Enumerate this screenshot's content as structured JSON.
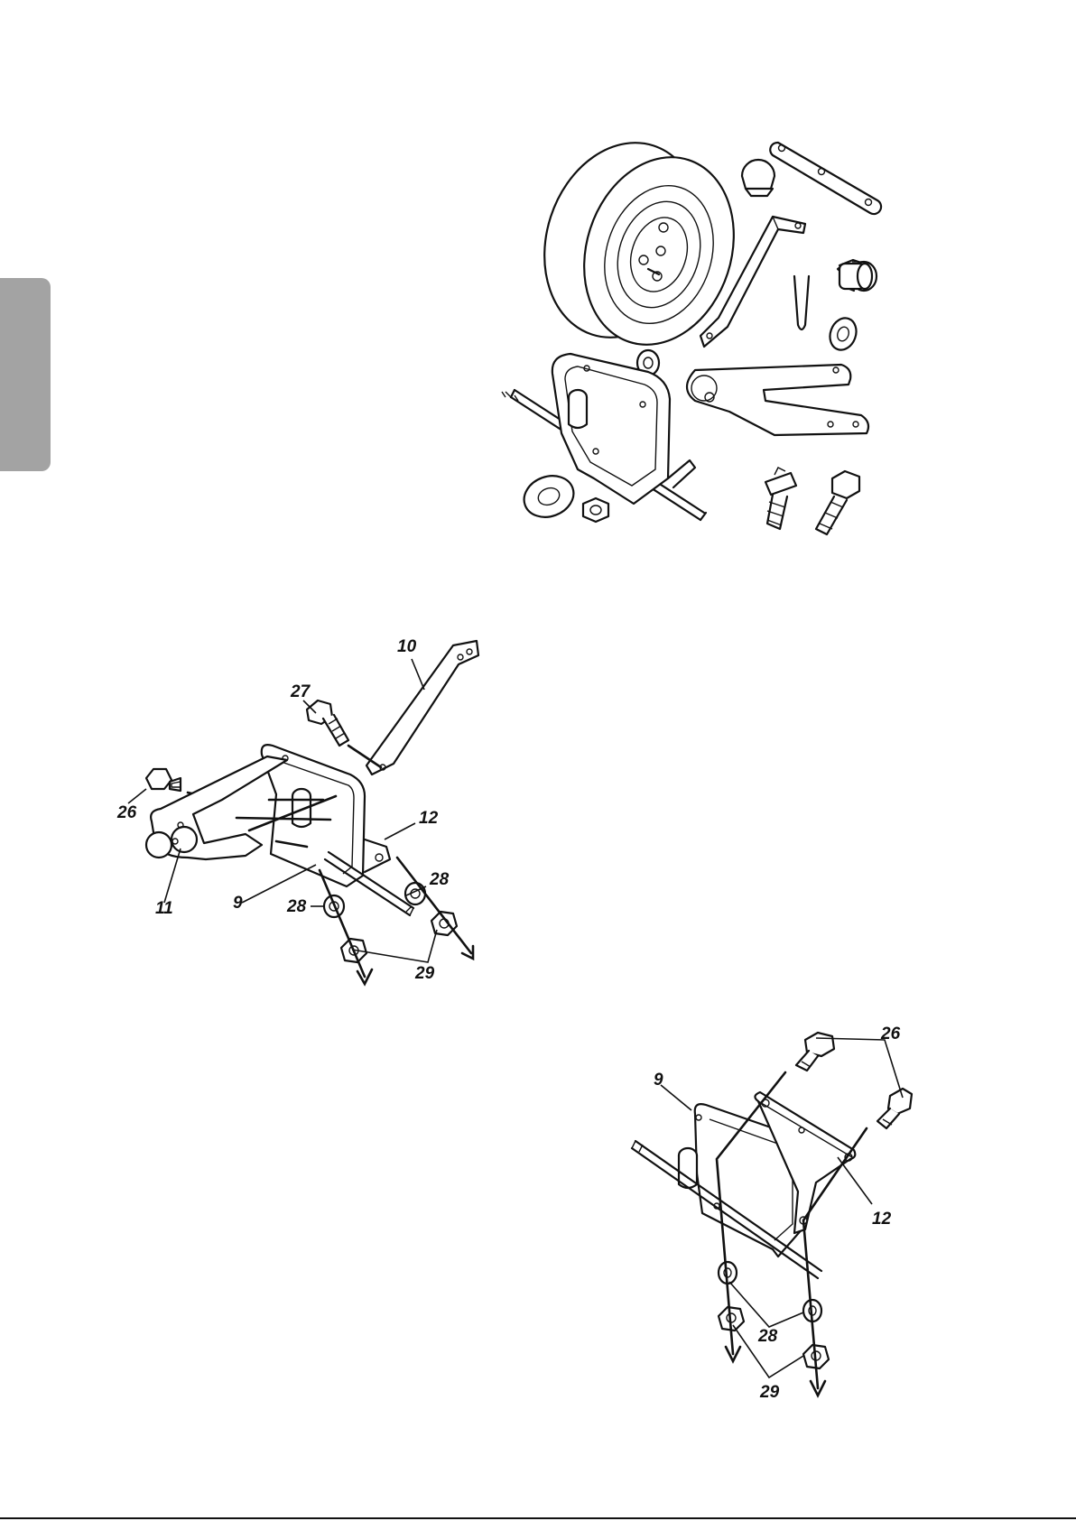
{
  "figure_b": {
    "labels": {
      "part_10": "10",
      "part_27": "27",
      "part_26": "26",
      "part_12": "12",
      "part_28_right": "28",
      "part_9": "9",
      "part_28_left": "28",
      "part_11": "11",
      "part_29": "29"
    }
  },
  "figure_c": {
    "labels": {
      "part_26": "26",
      "part_9": "9",
      "part_12": "12",
      "part_28": "28",
      "part_29": "29"
    }
  }
}
